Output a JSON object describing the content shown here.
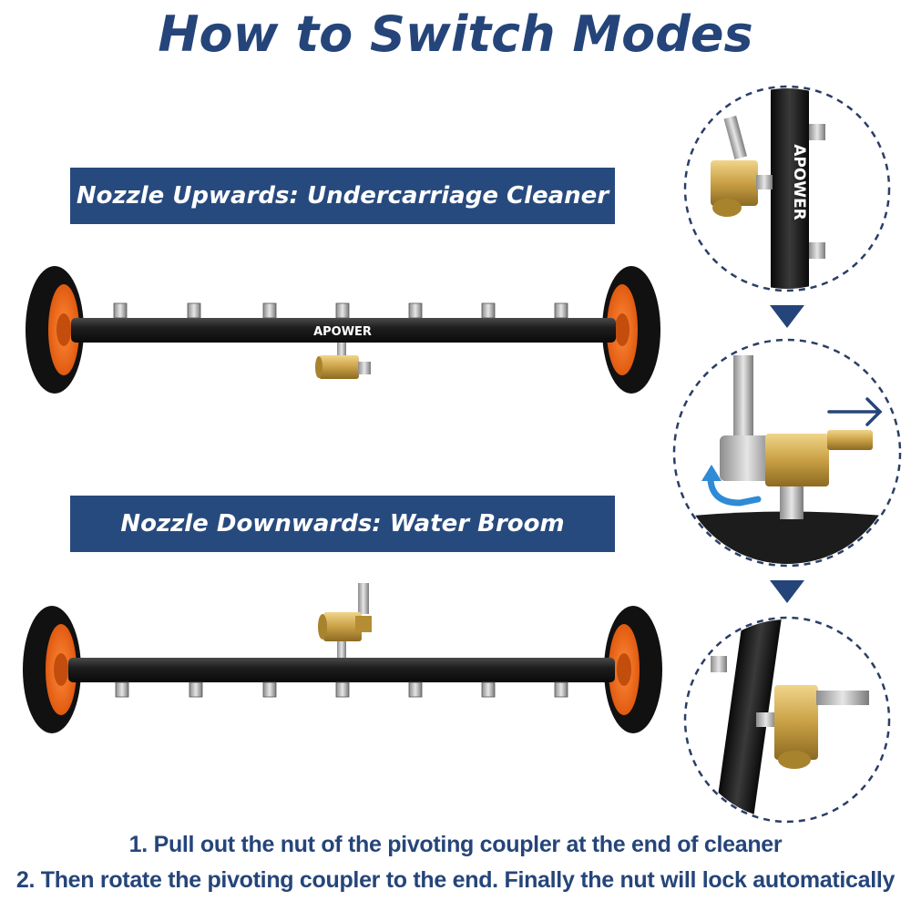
{
  "title": "How to Switch Modes",
  "banners": {
    "up": "Nozzle Upwards: Undercarriage Cleaner",
    "down": "Nozzle Downwards: Water Broom"
  },
  "brand": {
    "name": "APOWER"
  },
  "instructions": [
    "1. Pull out the nut of the pivoting coupler at the end of cleaner",
    "2. Then rotate the pivoting coupler to the end. Finally the nut will lock automatically"
  ],
  "colors": {
    "title": "#25457a",
    "banner": "#274a7e",
    "wheel_hub": "#f06a1c",
    "brass": "#c9a045",
    "dashed_circle": "#2a3e66",
    "arrow": "#25457a",
    "rotate_arrow": "#2f8bd6"
  }
}
